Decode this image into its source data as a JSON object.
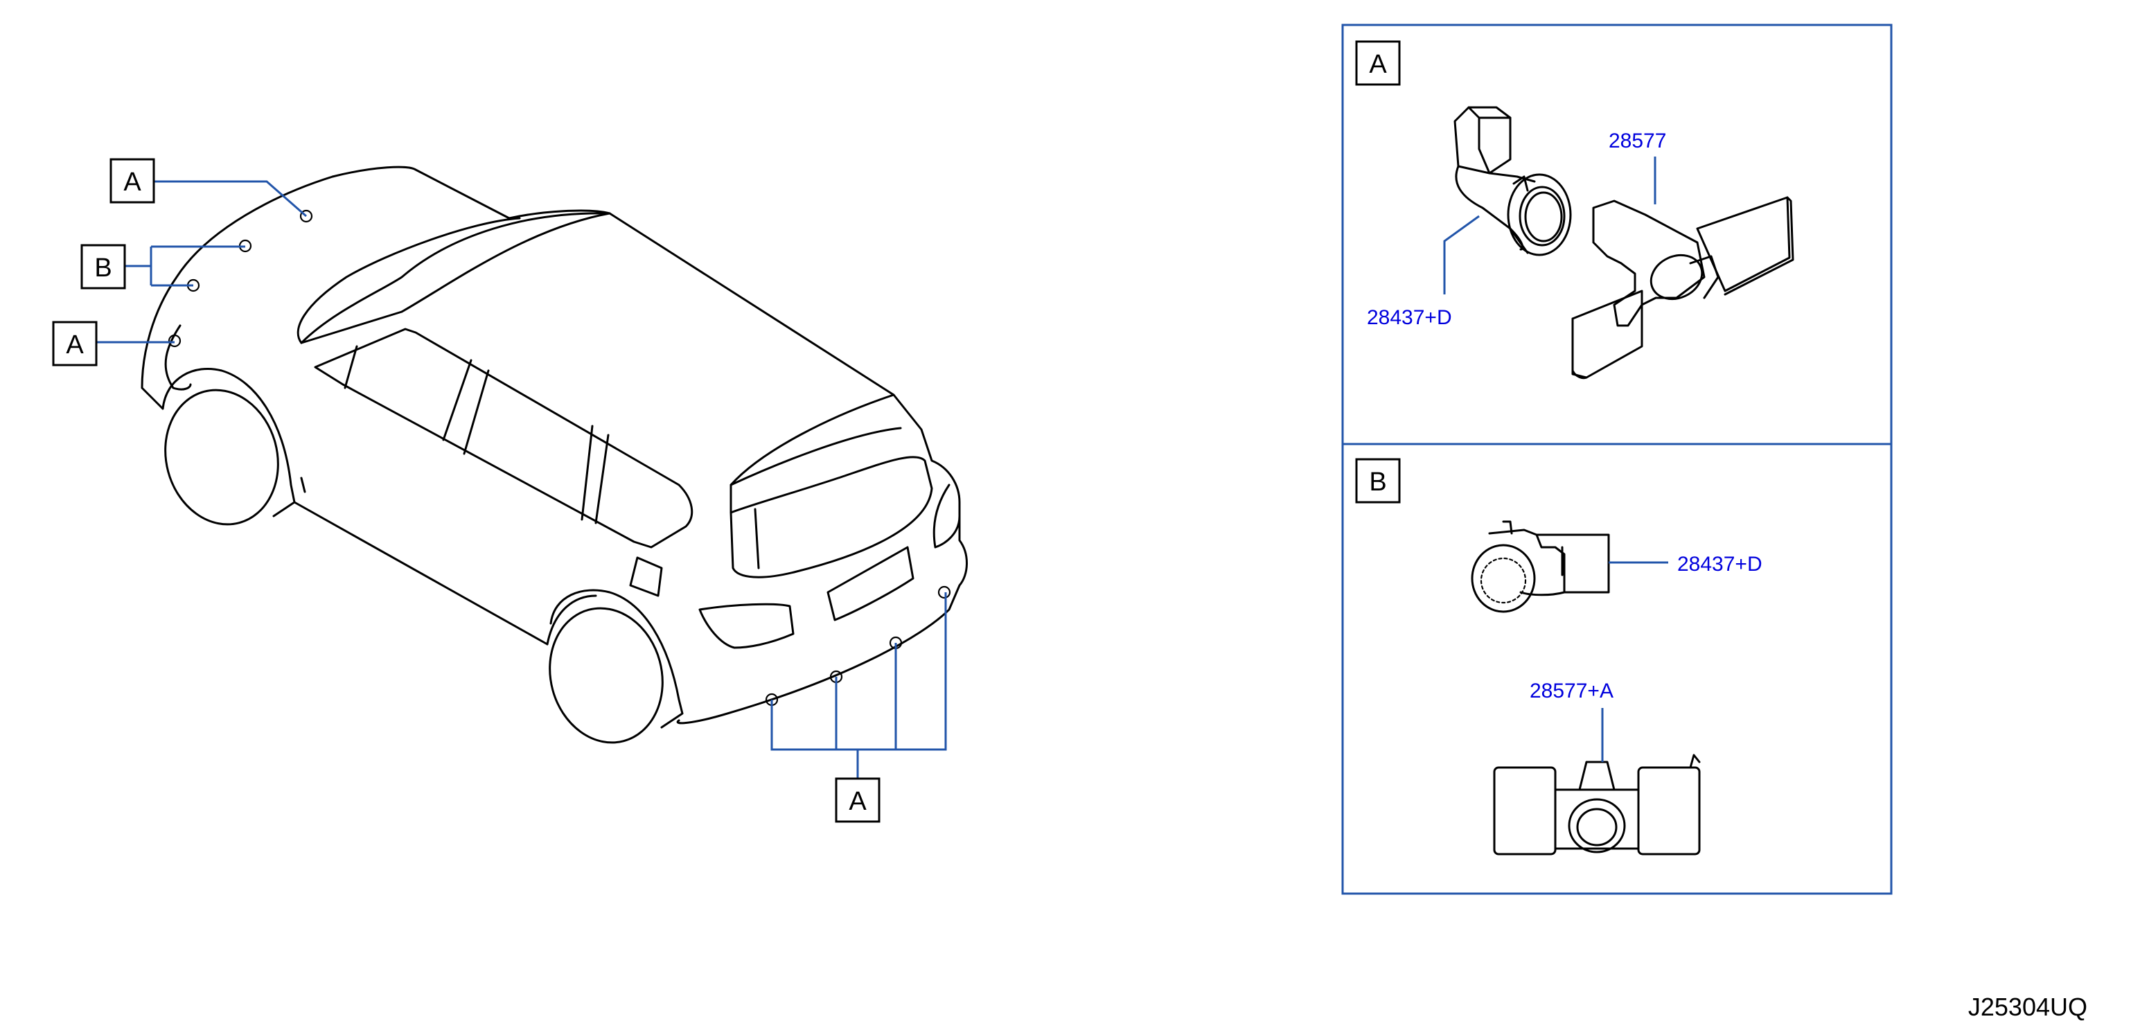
{
  "diagram": {
    "drawing_code": "J25304UQ",
    "vehicle_callouts": {
      "rear_top": "A",
      "side_pair": "B",
      "side_lower": "A",
      "bumper_group": "A"
    },
    "detail_panel_a": {
      "tag": "A",
      "parts": [
        {
          "part_number": "28577"
        },
        {
          "part_number": "28437+D"
        }
      ]
    },
    "detail_panel_b": {
      "tag": "B",
      "parts": [
        {
          "part_number": "28437+D"
        },
        {
          "part_number": "28577+A"
        }
      ]
    },
    "colors": {
      "leader_line": "#2255aa",
      "part_number_text": "#0000dd",
      "drawing_line": "#000000"
    }
  }
}
